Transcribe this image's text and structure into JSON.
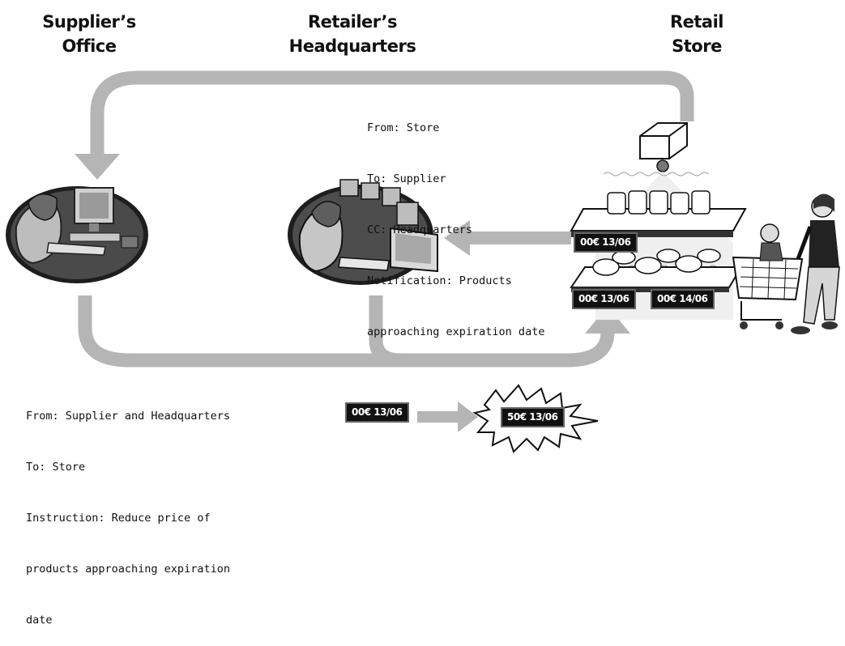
{
  "headings": {
    "supplier": [
      "Supplier’s",
      "Office"
    ],
    "headquarters": [
      "Retailer’s",
      "Headquarters"
    ],
    "store": [
      "Retail",
      "Store"
    ]
  },
  "notification_message": [
    "From: Store",
    "To: Supplier",
    "CC: Headquarters",
    "Notification: Products",
    "approaching expiration date"
  ],
  "instruction_message": [
    "From: Supplier and Headquarters",
    "To: Store",
    "Instruction: Reduce price of",
    "products approaching expiration",
    "date"
  ],
  "price_tags": {
    "shelf_top": "00€ 13/06",
    "shelf_bottom_left": "00€ 13/06",
    "shelf_bottom_right": "00€ 14/06",
    "before": "00€ 13/06",
    "after": "50€ 13/06"
  },
  "colors": {
    "arrow": "#b5b5b5",
    "clipart_dark": "#3a3a3a",
    "clipart_mid": "#8a8a8a",
    "clipart_light": "#d8d8d8"
  }
}
